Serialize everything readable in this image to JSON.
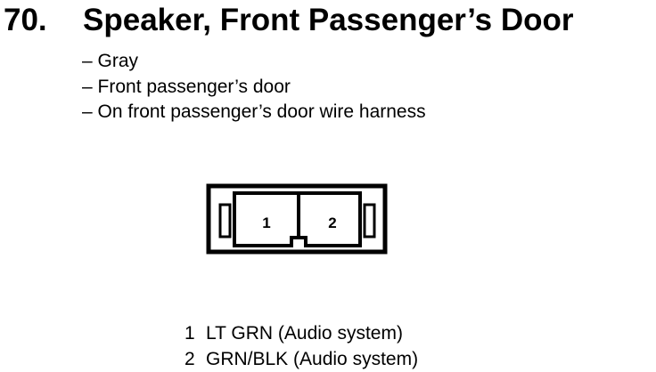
{
  "section": {
    "number": "70.",
    "title": "Speaker, Front Passenger’s Door"
  },
  "details": [
    "– Gray",
    "– Front passenger’s door",
    "– On front passenger’s door wire harness"
  ],
  "connector": {
    "pin_labels": [
      "1",
      "2"
    ]
  },
  "pins": [
    {
      "number": "1",
      "wire": "LT GRN (Audio system)"
    },
    {
      "number": "2",
      "wire": "GRN/BLK (Audio system)"
    }
  ]
}
